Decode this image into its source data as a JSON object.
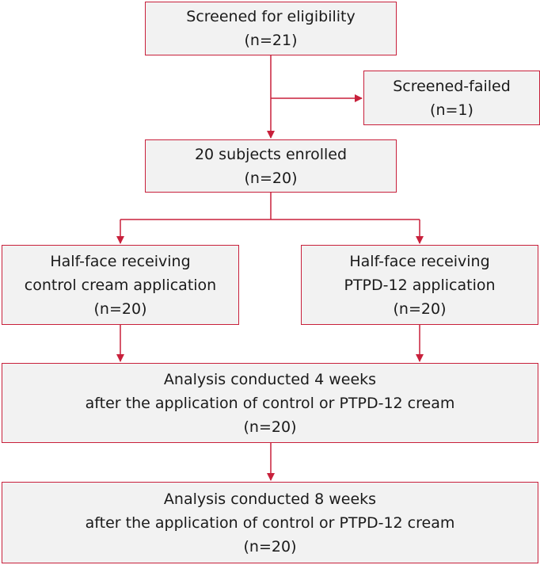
{
  "colors": {
    "border": "#c8203b",
    "box_fill": "#f2f2f2",
    "text": "#1a1a1a"
  },
  "nodes": {
    "screened": {
      "lines": [
        "Screened for eligibility",
        "(n=21)"
      ]
    },
    "failed": {
      "lines": [
        "Screened-failed",
        "(n=1)"
      ]
    },
    "enrolled": {
      "lines": [
        "20 subjects enrolled",
        "(n=20)"
      ]
    },
    "control": {
      "lines": [
        "Half-face receiving",
        "control cream application",
        "(n=20)"
      ]
    },
    "ptpd": {
      "lines": [
        "Half-face receiving",
        "PTPD-12 application",
        "(n=20)"
      ]
    },
    "week4": {
      "lines": [
        "Analysis conducted 4 weeks",
        "after the application of control or PTPD-12 cream",
        "(n=20)"
      ]
    },
    "week8": {
      "lines": [
        "Analysis conducted 8 weeks",
        "after the application of control or PTPD-12 cream",
        "(n=20)"
      ]
    }
  }
}
